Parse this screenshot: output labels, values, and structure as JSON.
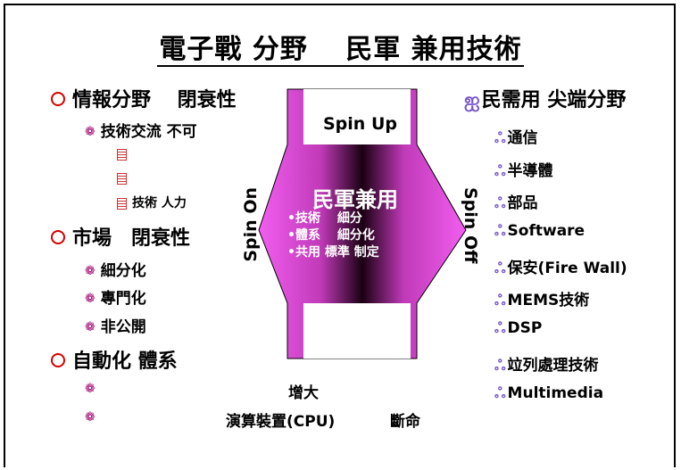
{
  "title": "電子戰 分野　 民軍 兼用技術",
  "left": {
    "items": [
      {
        "text": "情報分野　 閉衰性",
        "subs": [
          {
            "text": "技術交流 不可",
            "docs": [
              "",
              "",
              "技術 人力"
            ]
          }
        ]
      },
      {
        "text": "市場　閉衰性",
        "subs": [
          {
            "text": "細分化"
          },
          {
            "text": "專門化"
          },
          {
            "text": "非公開"
          }
        ]
      },
      {
        "text": "自動化 體系",
        "subs": [
          {
            "text": ""
          },
          {
            "text": ""
          }
        ]
      }
    ]
  },
  "bottom": {
    "line1": "增大",
    "line2a": "演算裝置(CPU)",
    "line2b": "斷命"
  },
  "center": {
    "spin_up": "Spin Up",
    "spin_on": "Spin On",
    "spin_off": "Spin Off",
    "heading": "民軍兼用",
    "lines": [
      "•技術　 細分",
      "•體系　 細分化",
      "•共用 標準 制定"
    ]
  },
  "right": {
    "heading": "民需用 尖端分野",
    "items": [
      "通信",
      "半導體",
      "部品",
      "Software",
      "保安(Fire Wall)",
      "MEMS技術",
      "DSP",
      "竝列處理技術",
      "Multimedia"
    ]
  },
  "colors": {
    "accent": "#d40000",
    "arrow_light": "#ee44dd",
    "arrow_dark": "#1a0012",
    "bullet": "#a0006e",
    "right_bullet": "#7755cc"
  }
}
